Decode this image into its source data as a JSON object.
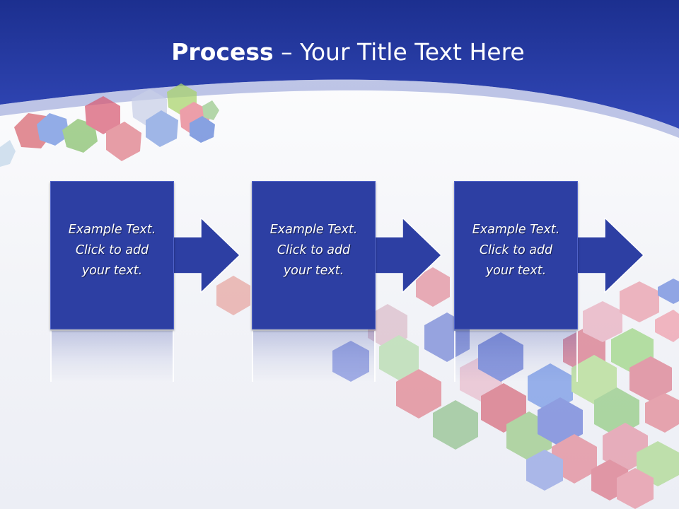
{
  "slide": {
    "title_bold": "Process",
    "title_rest": " – Your Title Text Here",
    "steps": [
      {
        "text": "Example Text.\nClick  to add\nyour text."
      },
      {
        "text": "Example Text.\nClick  to add\nyour text."
      },
      {
        "text": "Example Text.\nClick  to add\nyour text."
      }
    ]
  },
  "colors": {
    "header_blue": "#2a3fae",
    "box_fill": "#2d3fa3",
    "box_text": "#ffffff",
    "background": "#f3f4f8"
  }
}
